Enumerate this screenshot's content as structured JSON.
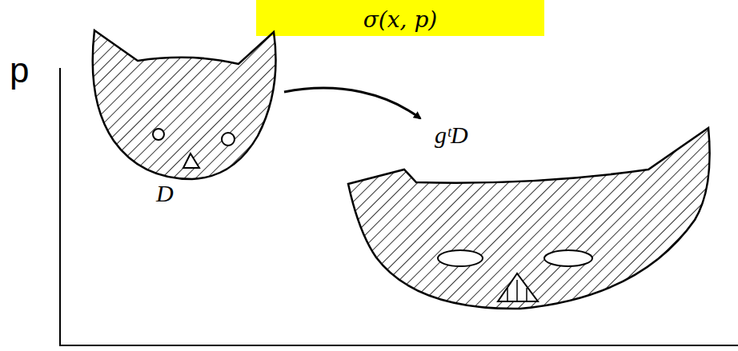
{
  "diagram": {
    "nodes": [
      {
        "text": [
          "σ(x, p)"
        ]
      },
      {
        "text": [
          "D"
        ]
      },
      {
        "text": [
          "gᵗD"
        ]
      }
    ],
    "edges": [
      {
        "from": 1,
        "to": 2,
        "arrow": "to"
      }
    ],
    "labels": [
      "p"
    ]
  }
}
